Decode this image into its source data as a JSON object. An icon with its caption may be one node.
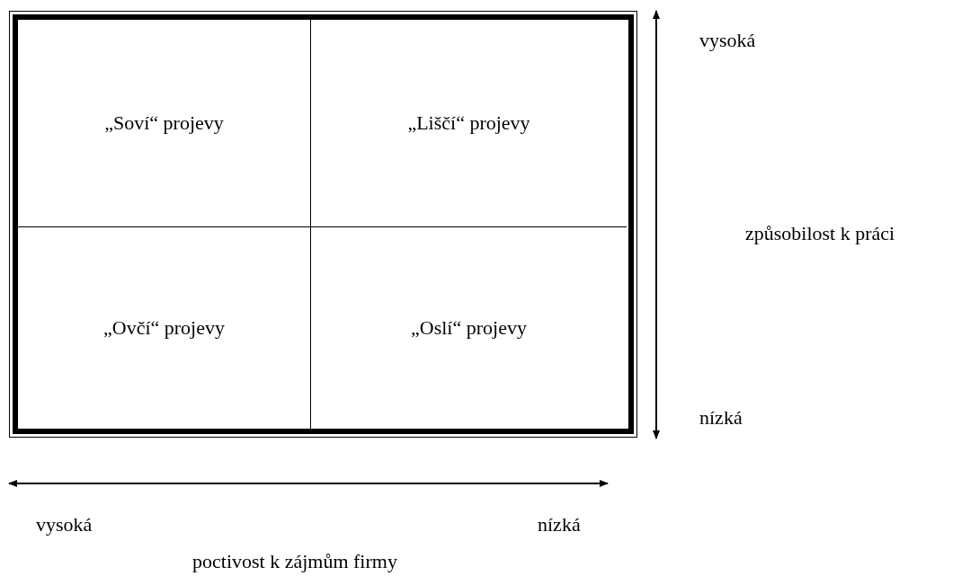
{
  "diagram": {
    "nodes": [
      {
        "text": [
          "„Soví“ projevy"
        ]
      },
      {
        "text": [
          "„Liščí“ projevy"
        ]
      },
      {
        "text": [
          "„Ovčí“ projevy"
        ]
      },
      {
        "text": [
          "„Oslí“ projevy"
        ]
      }
    ],
    "labels": [
      "vysoká",
      "způsobilost k práci",
      "nízká",
      "vysoká",
      "nízká",
      "poctivost k zájmům firmy"
    ]
  }
}
